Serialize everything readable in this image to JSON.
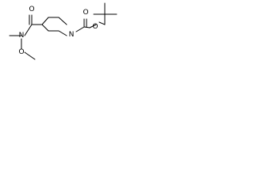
{
  "molecule": {
    "atoms": {
      "n_ring": "N",
      "o_carbonyl_top": "O",
      "o_ether": "O",
      "o_amide": "O",
      "n_amide": "N",
      "o_methoxy": "O"
    }
  }
}
